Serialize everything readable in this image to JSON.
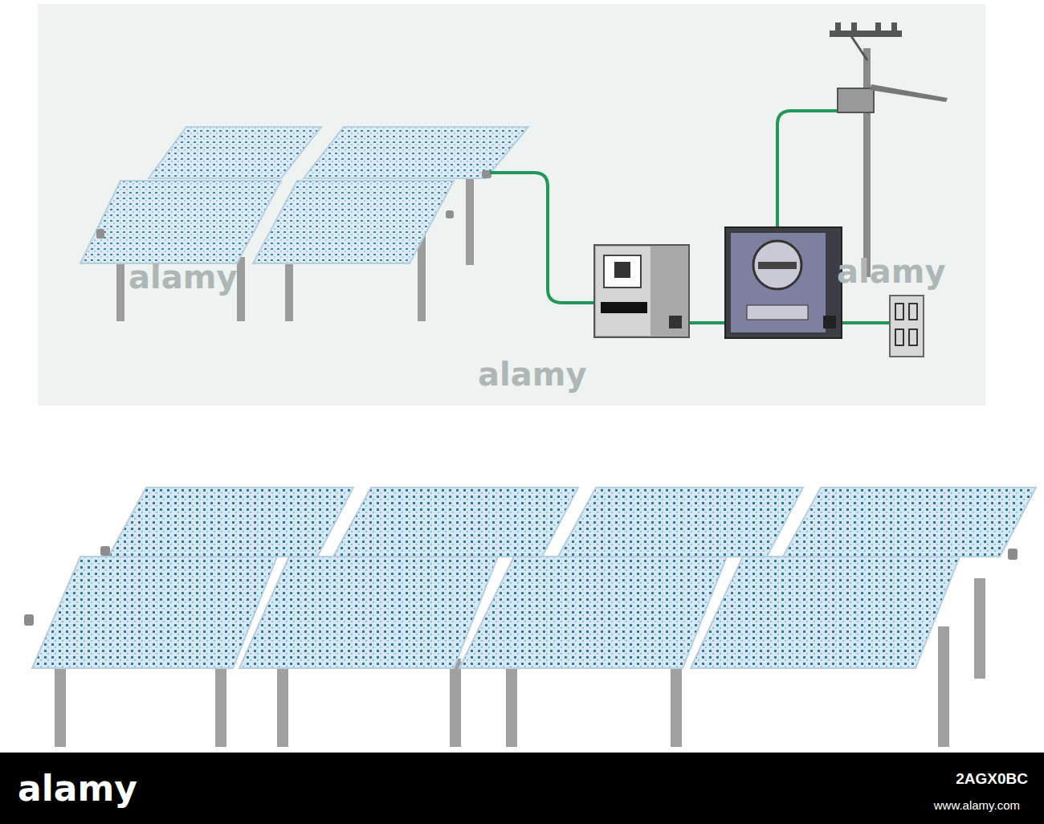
{
  "diagram": {
    "labels": [
      "alamy",
      "alamy",
      "alamy",
      "alamy",
      "2AGX0BC",
      "www.alamy.com"
    ]
  }
}
